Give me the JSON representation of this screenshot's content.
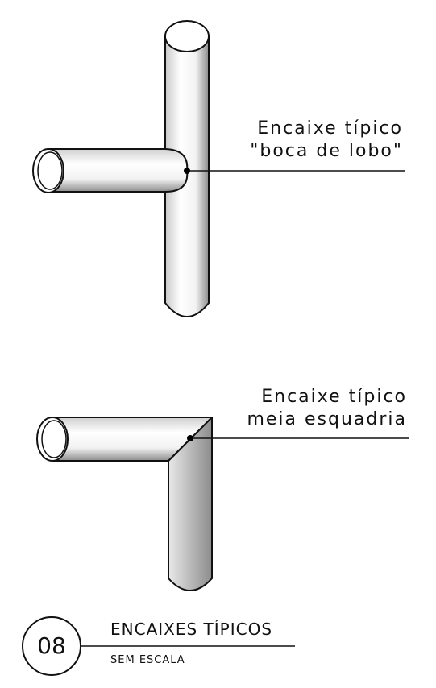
{
  "callouts": {
    "tee_line1": "Encaixe típico",
    "tee_line2": "\"boca de lobo\"",
    "miter_line1": "Encaixe típico",
    "miter_line2": "meia esquadria"
  },
  "title_block": {
    "number": "08",
    "title": "ENCAIXES TÍPICOS",
    "scale": "SEM ESCALA"
  }
}
